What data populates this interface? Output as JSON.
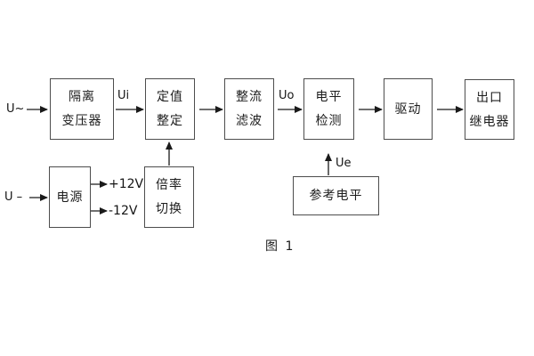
{
  "figure": {
    "caption": "图 1",
    "background_color": "#ffffff",
    "border_color": "#4d4d4d",
    "line_color": "#1a1a1a"
  },
  "blocks": {
    "isolation_transformer": {
      "line1": "隔离",
      "line2": "变压器"
    },
    "setting_adjust": {
      "line1": "定值",
      "line2": "整定"
    },
    "rectifier_filter": {
      "line1": "整流",
      "line2": "滤波"
    },
    "level_detector": {
      "line1": "电平",
      "line2": "检测"
    },
    "driver": {
      "line1": "驱动",
      "line2": ""
    },
    "output_relay": {
      "line1": "出口",
      "line2": "继电器"
    },
    "power_supply": {
      "line1": "电源",
      "line2": ""
    },
    "ratio_switch": {
      "line1": "倍率",
      "line2": "切换"
    },
    "reference_level": {
      "line1": "参考电平",
      "line2": ""
    }
  },
  "signals": {
    "ac_input": "U~",
    "dc_input": "U –",
    "ui": "Ui",
    "uo": "Uo",
    "ue": "Ue",
    "plus_12v": "+12V",
    "minus_12v": "-12V"
  }
}
